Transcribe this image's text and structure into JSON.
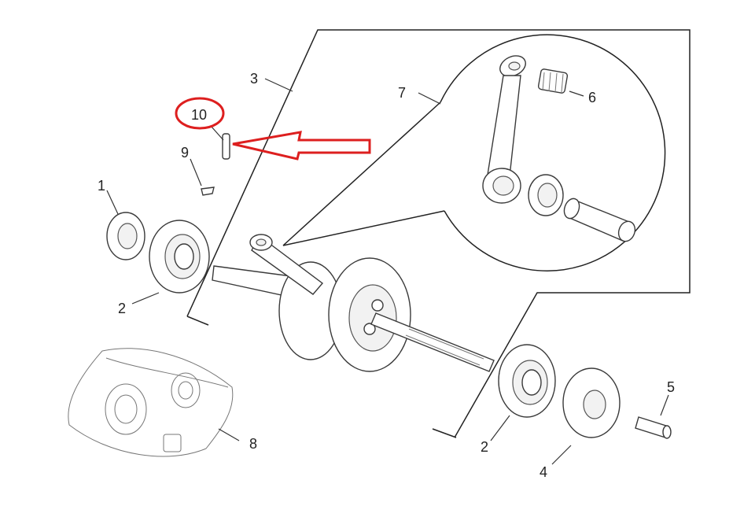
{
  "callouts": {
    "p1": "1",
    "p2a": "2",
    "p2b": "2",
    "p3": "3",
    "p4": "4",
    "p5": "5",
    "p6": "6",
    "p7": "7",
    "p8": "8",
    "p9": "9",
    "p10": "10"
  },
  "colors": {
    "highlight": "#dd1f1f",
    "line": "#333333"
  }
}
